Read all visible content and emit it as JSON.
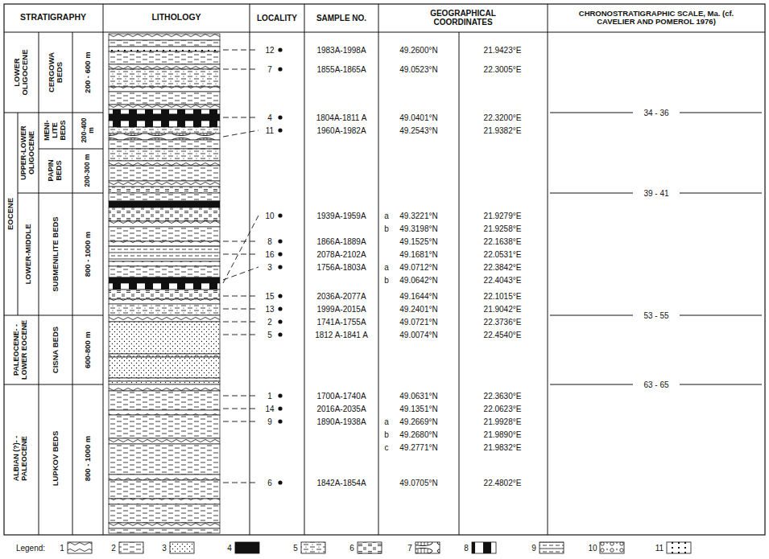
{
  "diagram": {
    "labels": [
      "STRATIGRAPHY",
      "LITHOLOGY",
      "LOCALITY",
      "SAMPLE NO.",
      "GEOGRAPHICAL COORDINATES",
      "CHRONOSTRATIGRAPHIC SCALE, Ma. (cf. CAVELIER AND POMEROL 1976)",
      "LOWER OLIGOCENE",
      "CERGOWA BEDS",
      "200 - 600 m",
      "UPPER-LOWER OLIGOCENE",
      "MENI- LITE BEDS",
      "200-400 m",
      "PAPIN BEDS",
      "200-300 m",
      "EOCENE",
      "LOWER-MIDDLE",
      "SUBMENILITE BEDS",
      "800 - 1000 m",
      "PALEOCENE- -LOWER EOCENE",
      "CISNA BEDS",
      "600-800 m",
      "ALBIAN (?)- -PALEOCENE",
      "LUPKOV BEDS",
      "800 - 1000 m",
      "12",
      "1983A-1998A",
      "49.2600°N",
      "21.9423°E",
      "7",
      "1855A-1865A",
      "49.0523°N",
      "22.3005°E",
      "4",
      "1804A-1811 A",
      "49.0401°N",
      "22.3200°E",
      "11",
      "1960A-1982A",
      "49.2543°N",
      "21.9382°E",
      "10",
      "1939A-1959A",
      "a",
      "49.3221°N",
      "21.9279°E",
      "b",
      "49.3198°N",
      "21.9258°E",
      "8",
      "1866A-1889A",
      "49.1525°N",
      "22.1638°E",
      "16",
      "2078A-2102A",
      "49.1681°N",
      "22.0531°E",
      "3",
      "1756A-1803A",
      "a",
      "49.0712°N",
      "22.3842°E",
      "b",
      "49.0642°N",
      "22.4043°E",
      "15",
      "2036A-2077A",
      "49.1644°N",
      "22.1015°E",
      "13",
      "1999A-2015A",
      "49.2401°N",
      "21.9042°E",
      "2",
      "1741A-1755A",
      "49.0721°N",
      "22.3736°E",
      "5",
      "1812 A-1841 A",
      "49.0074°N",
      "22.4540°E",
      "1",
      "1700A-1740A",
      "49.0631°N",
      "22.3630°E",
      "14",
      "2016A-2035A",
      "49.1351°N",
      "22.0623°E",
      "9",
      "1890A-1938A",
      "a",
      "49.2669°N",
      "21.9928°E",
      "b",
      "49.2680°N",
      "21.9890°E",
      "c",
      "49.2771°N",
      "21.9832°E",
      "6",
      "1842A-1854A",
      "49.0705°N",
      "22.4802°E",
      "34 - 36",
      "39 - 41",
      "53 - 55",
      "63 - 65",
      "Legend:"
    ],
    "legend": [
      {
        "text": "1"
      },
      {
        "text": "2"
      },
      {
        "text": "3"
      },
      {
        "text": "4"
      },
      {
        "text": "5"
      },
      {
        "text": "6"
      },
      {
        "text": "7"
      },
      {
        "text": "8"
      },
      {
        "text": "9"
      },
      {
        "text": "10"
      },
      {
        "text": "11"
      }
    ]
  }
}
